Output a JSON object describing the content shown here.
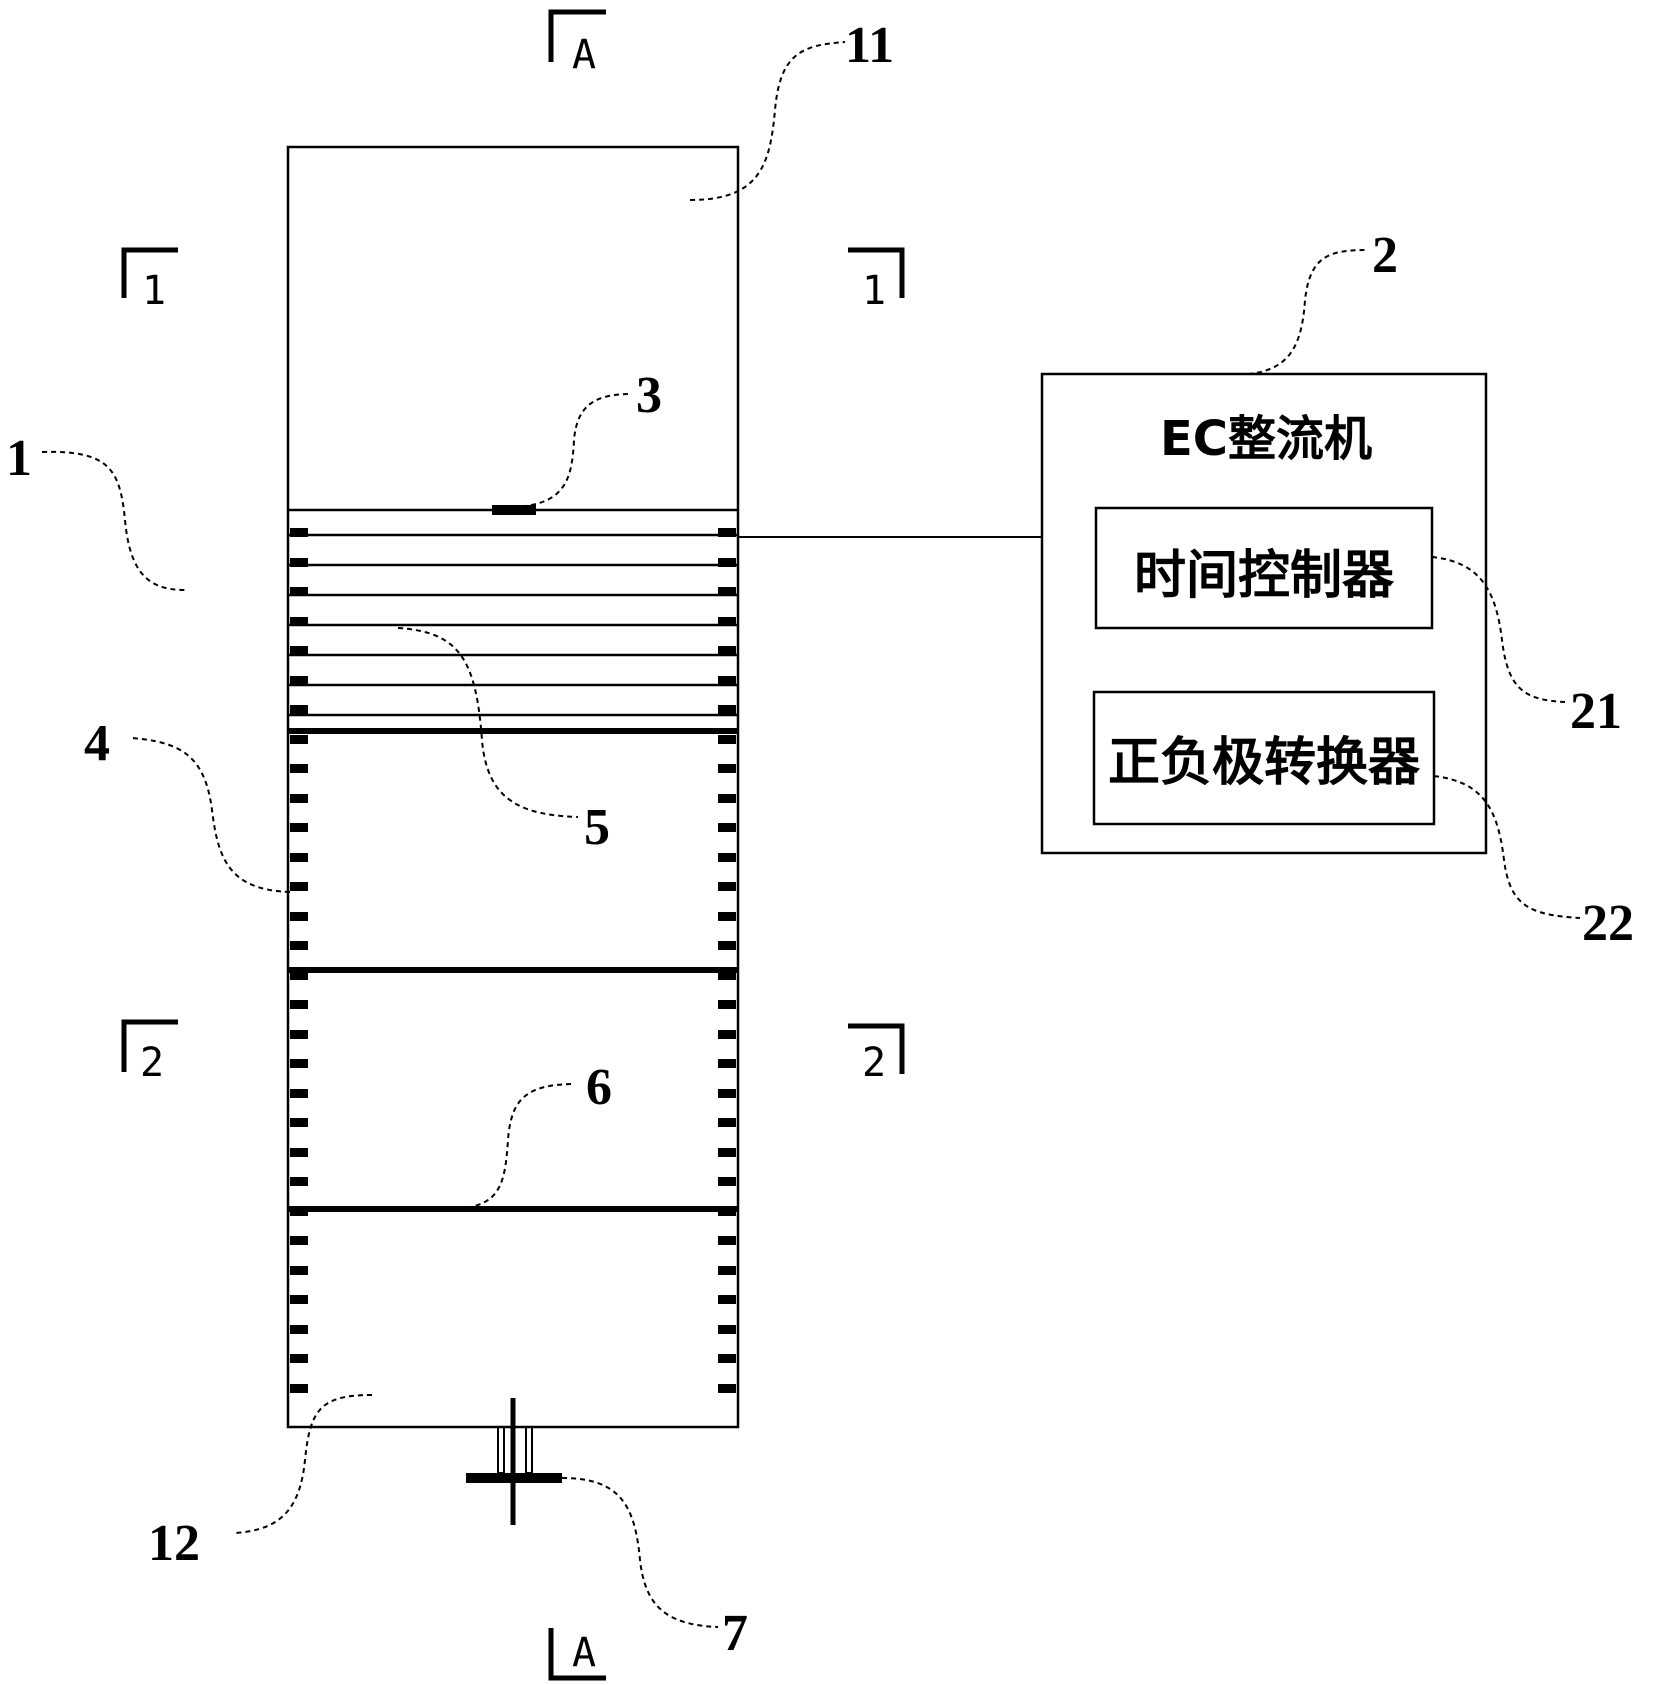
{
  "rectifier": {
    "title": "EC整流机",
    "time_controller": "时间控制器",
    "polarity_switcher": "正负极转换器"
  },
  "labels": {
    "tank": "1",
    "rectifier": "2",
    "item_3": "3",
    "item_4": "4",
    "item_5": "5",
    "item_6": "6",
    "item_7": "7",
    "upper_chamber": "11",
    "lower_chamber": "12",
    "time_controller": "21",
    "polarity_switcher": "22"
  },
  "section_marks": {
    "a": "A",
    "one": "1",
    "two": "2"
  }
}
